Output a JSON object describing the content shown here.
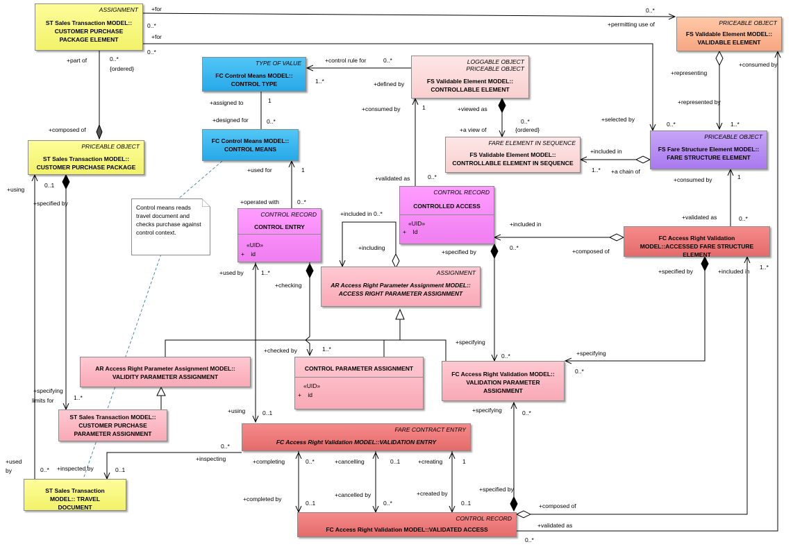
{
  "classes": {
    "cpp_element": {
      "stereotype": "ASSIGNMENT",
      "name": "ST Sales Transaction MODEL:: CUSTOMER PURCHASE PACKAGE ELEMENT"
    },
    "validable_element": {
      "stereotype": "PRICEABLE OBJECT",
      "name": "FS Validable Element MODEL:: VALIDABLE ELEMENT"
    },
    "control_type": {
      "stereotype": "TYPE OF VALUE",
      "name": "FC Control Means MODEL:: CONTROL TYPE"
    },
    "controllable_element": {
      "stereotype": "LOGGABLE OBJECT\nPRICEABLE OBJECT",
      "name": "FS Validable Element MODEL:: CONTROLLABLE ELEMENT"
    },
    "control_means": {
      "name": "FC Control Means MODEL:: CONTROL MEANS"
    },
    "controllable_in_seq": {
      "stereotype": "FARE ELEMENT IN SEQUENCE",
      "name": "FS Validable Element MODEL:: CONTROLLABLE ELEMENT IN SEQUENCE"
    },
    "fare_structure_element": {
      "stereotype": "PRICEABLE OBJECT",
      "name": "FS Fare Structure Element MODEL:: FARE STRUCTURE ELEMENT"
    },
    "cpp": {
      "stereotype": "PRICEABLE OBJECT",
      "name": "ST Sales Transaction MODEL:: CUSTOMER PURCHASE PACKAGE"
    },
    "controlled_access": {
      "stereotype": "CONTROL RECORD",
      "name": "CONTROLLED ACCESS",
      "attr1": "«UID»",
      "attr2": "+    Id"
    },
    "control_entry": {
      "stereotype": "CONTROL RECORD",
      "name": "CONTROL ENTRY",
      "attr1": "«UID»",
      "attr2": "+    id"
    },
    "arpa": {
      "stereotype": "ASSIGNMENT",
      "name": "AR Access Right Parameter Assignment MODEL:: ACCESS RIGHT PARAMETER ASSIGNMENT"
    },
    "accessed_fse": {
      "name": "FC Access Right Validation MODEL::ACCESSED FARE STRUCTURE ELEMENT"
    },
    "validity_pa": {
      "name": "AR Access Right Parameter Assignment MODEL:: VALIDITY PARAMETER ASSIGNMENT"
    },
    "control_pa": {
      "name": "CONTROL PARAMETER ASSIGNMENT",
      "attr1": "«UID»",
      "attr2": "+    id"
    },
    "validation_pa": {
      "name": "FC Access Right Validation MODEL:: VALIDATION PARAMETER ASSIGNMENT"
    },
    "cppa": {
      "name": "ST Sales Transaction MODEL:: CUSTOMER PURCHASE PARAMETER ASSIGNMENT"
    },
    "validation_entry": {
      "stereotype": "FARE CONTRACT ENTRY",
      "name": "FC Access Right Validation MODEL::VALIDATION ENTRY"
    },
    "travel_document": {
      "name": "ST Sales Transaction MODEL:: TRAVEL DOCUMENT"
    },
    "validated_access": {
      "stereotype": "CONTROL RECORD",
      "name": "FC Access Right Validation MODEL::VALIDATED ACCESS"
    }
  },
  "note": "Control means reads travel document and checks purchase against control context.",
  "labels": [
    "+for",
    "0..*",
    "0..*",
    "+for",
    "0..*",
    "+permitting use of",
    "+part of",
    "0..*",
    "{ordered}",
    "+control rule for",
    "0..*",
    "1..*",
    "+defined by",
    "+assigned to",
    "1",
    "+designed for",
    "0..*",
    "+consumed by",
    "1",
    "+viewed as",
    "0..*",
    "+a view of",
    "{ordered}",
    "+representing",
    "+represented by",
    "0..*",
    "1..*",
    "+selected by",
    "+consumed by",
    "+composed of",
    "+using",
    "0..1",
    "+specified by",
    "+used for",
    "1",
    "+included in",
    "1..*",
    "+a chain of",
    "+validated as",
    "0..*",
    "+operated with",
    "0..*",
    "+included in 0..*",
    "+including",
    "+consumed by",
    "1",
    "+validated as",
    "0..*",
    "+included in",
    "+specified by",
    "0..*",
    "+composed of",
    "+used by",
    "1..*",
    "+checking",
    "+specified by",
    "+included in",
    "1..*",
    "+checked by",
    "1..*",
    "+specifying",
    "0..*",
    "+specifying",
    "0..*",
    "+specifying",
    "limits for",
    "1..*",
    "+using",
    "0..1",
    "+specifying",
    "0..*",
    "0..*",
    "+inspecting",
    "+used",
    "by",
    "0..*",
    "+inspected by",
    "0..1",
    "+completing",
    "0..*",
    "+cancelling",
    "0..1",
    "+creating",
    "1",
    "+completed by",
    "0..1",
    "+cancelled by",
    "0..*",
    "+created by",
    "0..1",
    "+specified by",
    "+composed of",
    "+validated as",
    "0..*"
  ]
}
